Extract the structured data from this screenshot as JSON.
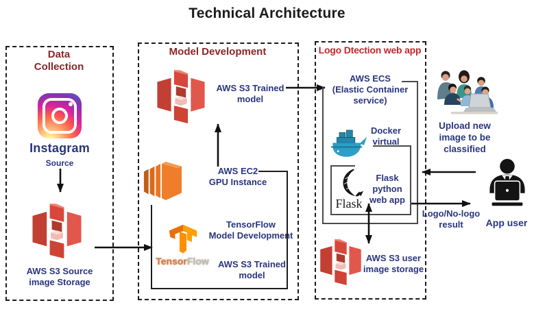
{
  "title": "Technical Architecture",
  "colors": {
    "maroon": "#8a2629",
    "red": "#c2272d",
    "navy": "#2a357e",
    "s3_red": "#d8473b",
    "ec2_orange": "#ee7e2b",
    "tf_orange": "#ffa000",
    "docker_blue": "#2d9fc6",
    "arrow_black": "#111111"
  },
  "data_collection": {
    "title": "Data Collection",
    "instagram_label": "Instagram",
    "source_label": "Source",
    "s3_source_line1": "AWS S3 Source",
    "s3_source_line2": "image Storage"
  },
  "model_development": {
    "title": "Model Development",
    "s3_trained_top_line1": "AWS S3 Trained",
    "s3_trained_top_line2": "model",
    "ec2_line1": "AWS EC2",
    "ec2_line2": "GPU Instance",
    "tf_line1": "TensorFlow",
    "tf_line2": "Model Development",
    "s3_trained_bottom_line1": "AWS S3 Trained",
    "s3_trained_bottom_line2": "model",
    "tf_wordmark_tensor": "Tensor",
    "tf_wordmark_flow": "Flow"
  },
  "logo_detection": {
    "title": "Logo Dtection web app",
    "ecs_line1": "AWS ECS",
    "ecs_line2": "(Elastic Container",
    "ecs_line3": "service)",
    "docker_line1": "Docker",
    "docker_line2": "virtual",
    "flask_logo_word": "Flask",
    "flask_line1": "Flask",
    "flask_line2": "python",
    "flask_line3": "web app",
    "s3_user_line1": "AWS S3 user",
    "s3_user_line2": "image storage"
  },
  "right_panel": {
    "upload_line1": "Upload new",
    "upload_line2": "image to be",
    "upload_line3": "classified",
    "result_line1": "Logo/No-logo",
    "result_line2": "result",
    "app_user_label": "App user"
  }
}
